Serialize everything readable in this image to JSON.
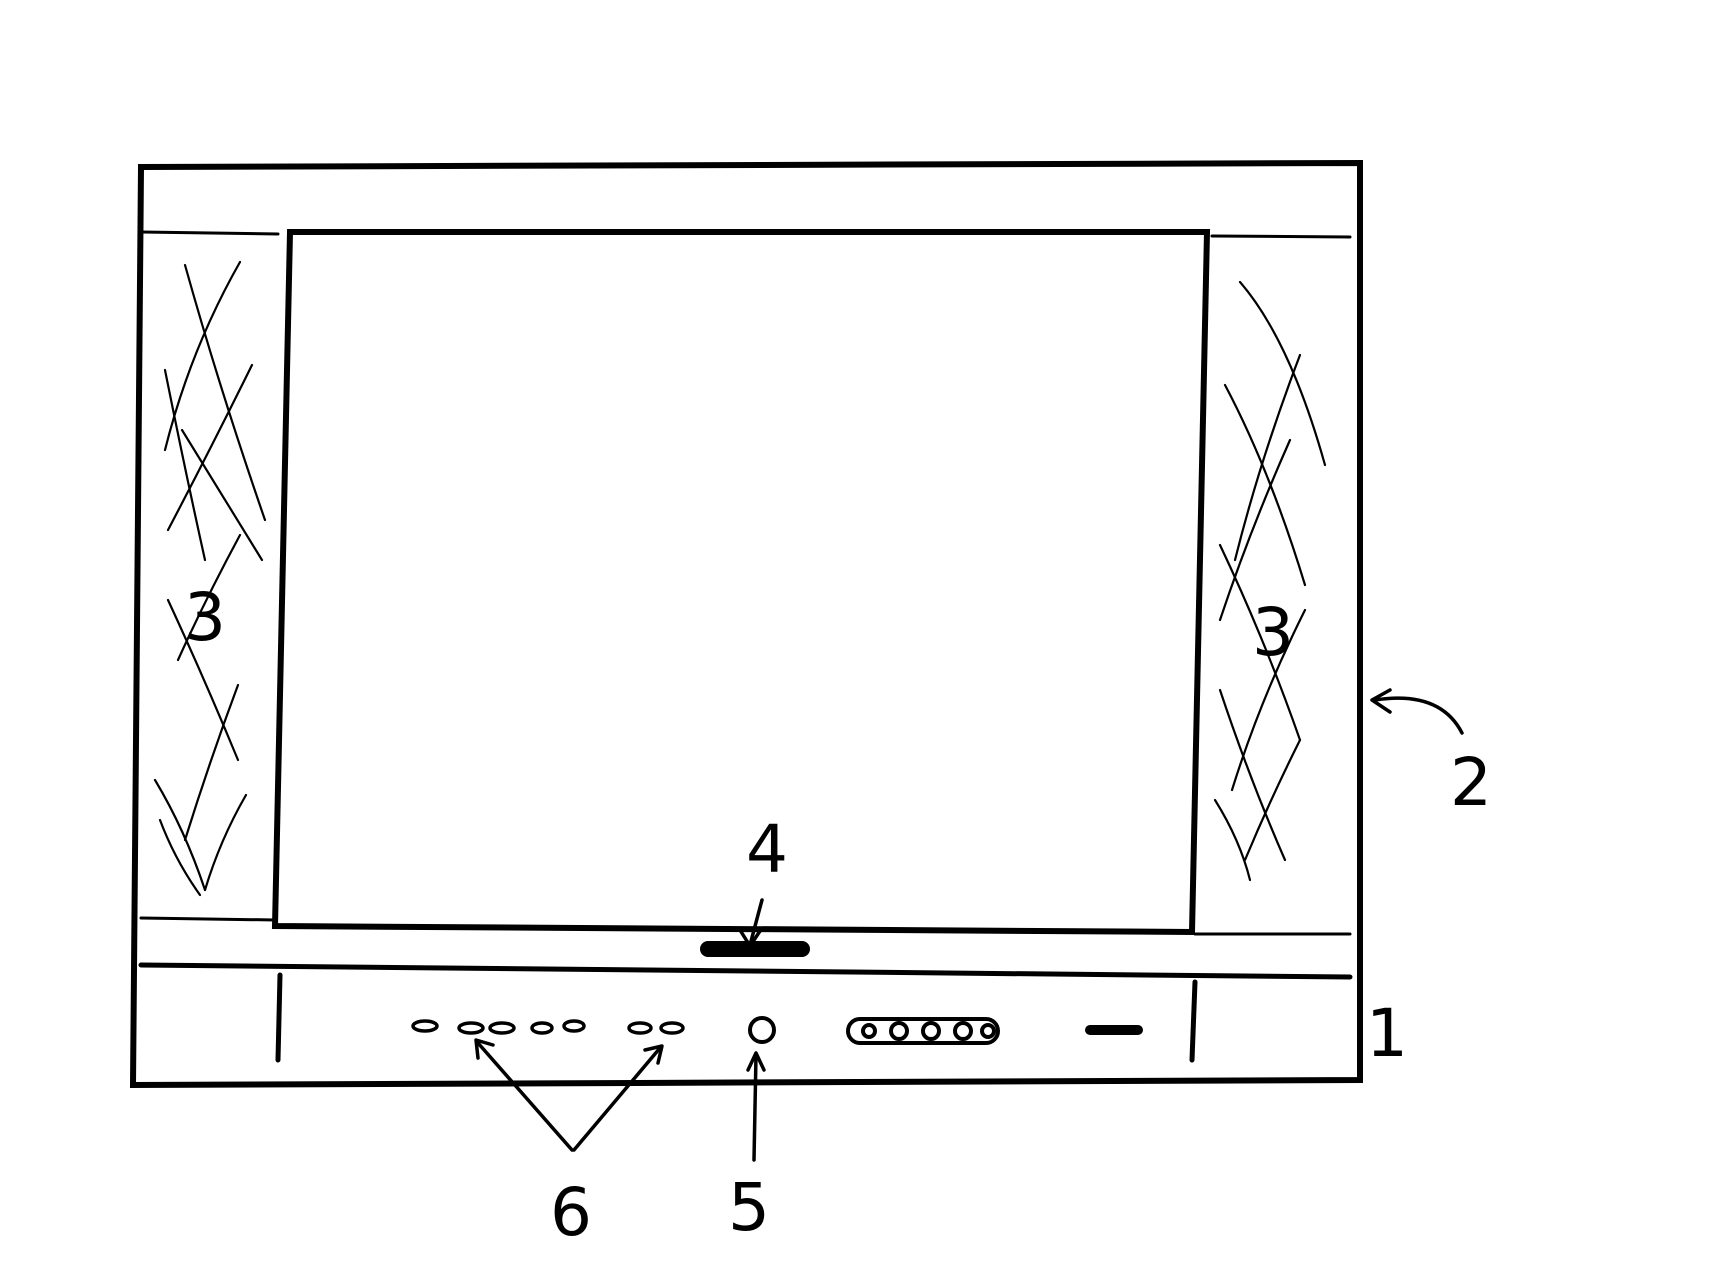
{
  "colors": {
    "ink": "#000000",
    "paper": "#ffffff"
  },
  "labels": {
    "control_panel": "1",
    "housing": "2",
    "speaker_left": "3",
    "speaker_right": "3",
    "indicator": "4",
    "power_button": "5",
    "buttons": "6"
  }
}
